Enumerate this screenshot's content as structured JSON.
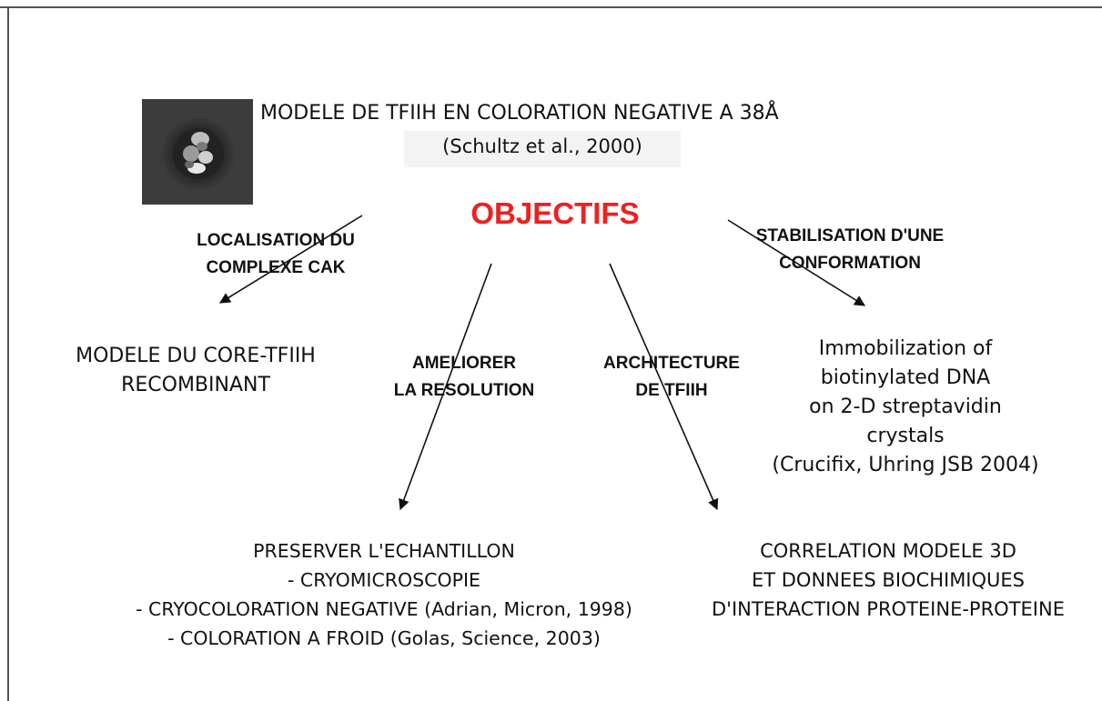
{
  "header": {
    "model_title": "MODELE DE TFIIH EN COLORATION NEGATIVE A 38Å",
    "citation": "(Schultz et al., 2000)"
  },
  "center_title": "OBJECTIFS",
  "arrow_labels": {
    "localisation": [
      "LOCALISATION DU",
      "COMPLEXE CAK"
    ],
    "stabilisation": [
      "STABILISATION D'UNE",
      "CONFORMATION"
    ],
    "ameliorer": [
      "AMELIORER",
      "LA RESOLUTION"
    ],
    "architecture": [
      "ARCHITECTURE",
      "DE TFIIH"
    ]
  },
  "outcomes": {
    "core_model": [
      "MODELE DU CORE-TFIIH",
      "RECOMBINANT"
    ],
    "immobilization": [
      "Immobilization of",
      "biotinylated DNA",
      "on 2-D streptavidin",
      "crystals",
      "(Crucifix, Uhring JSB 2004)"
    ],
    "preserver": [
      "PRESERVER L'ECHANTILLON",
      "- CRYOMICROSCOPIE",
      "- CRYOCOLORATION NEGATIVE (Adrian, Micron, 1998)",
      "- COLORATION A FROID (Golas, Science, 2003)"
    ],
    "correlation": [
      "CORRELATION MODELE 3D",
      "ET DONNEES BIOCHIMIQUES",
      "D'INTERACTION PROTEINE-PROTEINE"
    ]
  },
  "colors": {
    "title_red": "#ee2020",
    "text": "#111111",
    "thumbnail_bg": "#3a3a3a"
  }
}
